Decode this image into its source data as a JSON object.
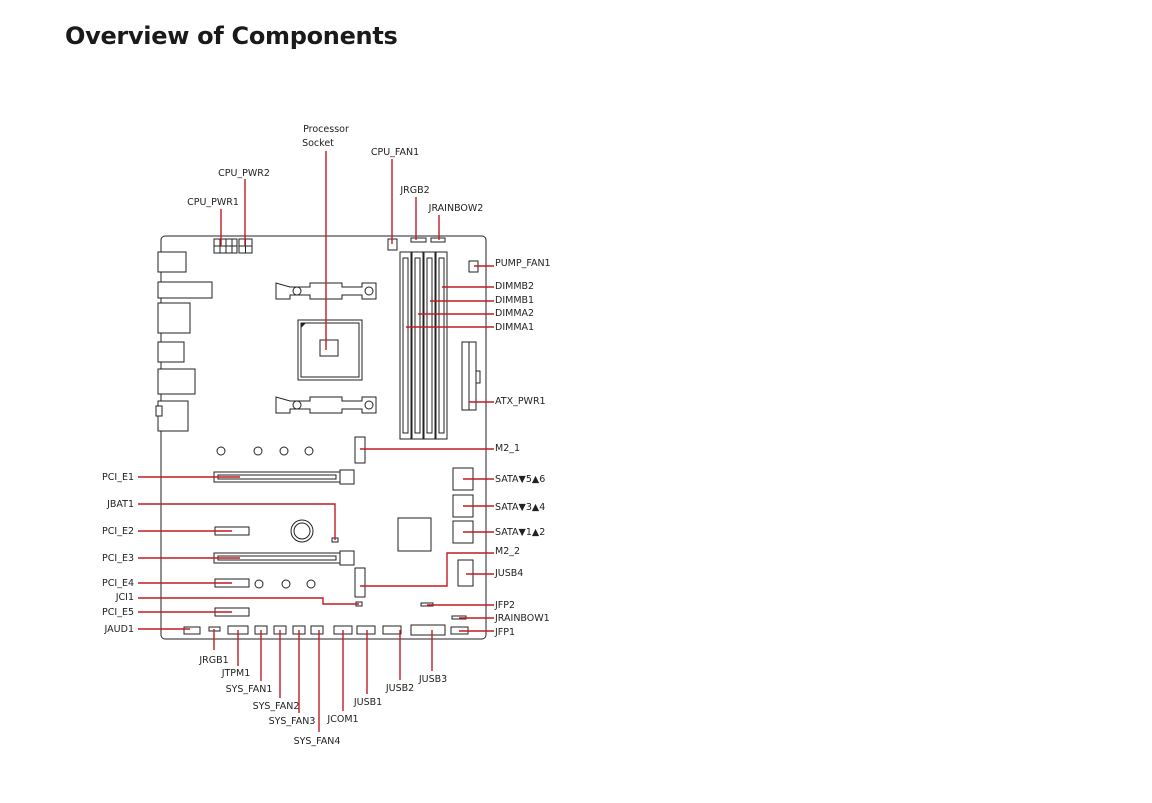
{
  "title": "Overview of Components",
  "accent_color": "#c21b24",
  "labels": {
    "processor_socket_line1": "Processor",
    "processor_socket_line2": "Socket",
    "cpu_fan1": "CPU_FAN1",
    "cpu_pwr2": "CPU_PWR2",
    "cpu_pwr1": "CPU_PWR1",
    "jrgb2": "JRGB2",
    "jrainbow2": "JRAINBOW2",
    "pump_fan1": "PUMP_FAN1",
    "dimmb2": "DIMMB2",
    "dimmb1": "DIMMB1",
    "dimma2": "DIMMA2",
    "dimma1": "DIMMA1",
    "atx_pwr1": "ATX_PWR1",
    "m2_1": "M2_1",
    "sata56": "SATA▼5▲6",
    "sata34": "SATA▼3▲4",
    "sata12": "SATA▼1▲2",
    "m2_2": "M2_2",
    "jusb4": "JUSB4",
    "jfp2": "JFP2",
    "jrainbow1": "JRAINBOW1",
    "jfp1": "JFP1",
    "pci_e1": "PCI_E1",
    "jbat1": "JBAT1",
    "pci_e2": "PCI_E2",
    "pci_e3": "PCI_E3",
    "pci_e4": "PCI_E4",
    "jci1": "JCI1",
    "pci_e5": "PCI_E5",
    "jaud1": "JAUD1",
    "jrgb1": "JRGB1",
    "jtpm1": "JTPM1",
    "sys_fan1": "SYS_FAN1",
    "sys_fan2": "SYS_FAN2",
    "sys_fan3": "SYS_FAN3",
    "sys_fan4": "SYS_FAN4",
    "jcom1": "JCOM1",
    "jusb1": "JUSB1",
    "jusb2": "JUSB2",
    "jusb3": "JUSB3"
  }
}
